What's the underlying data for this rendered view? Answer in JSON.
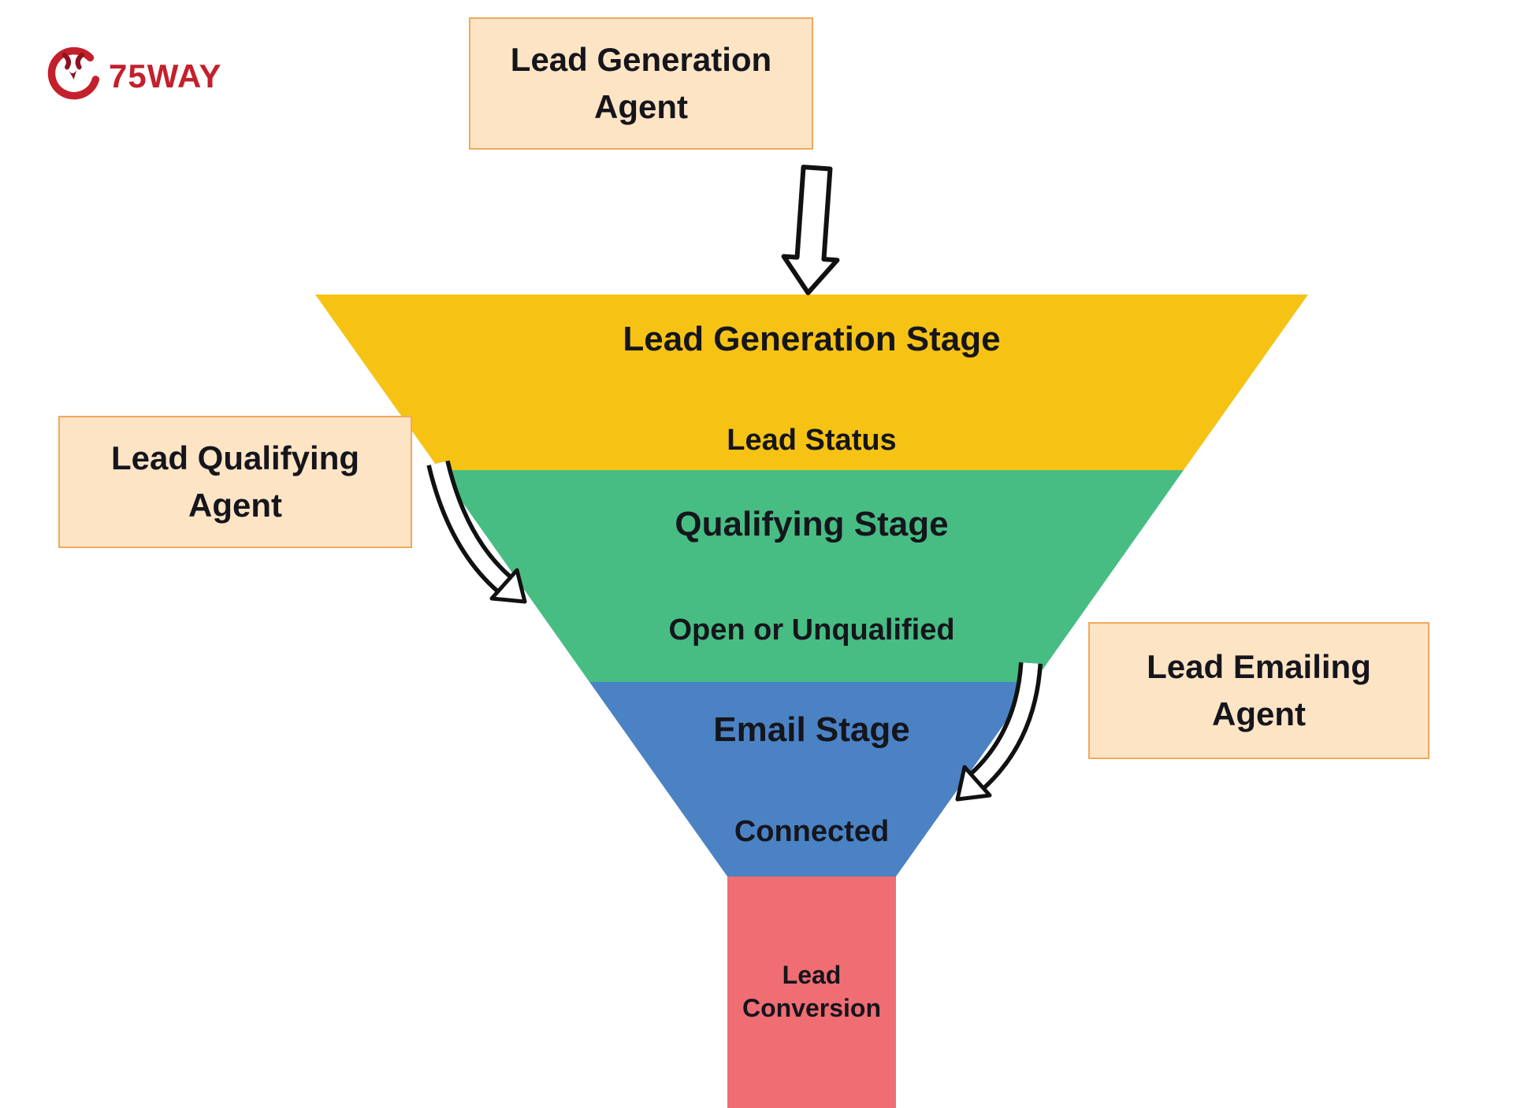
{
  "logo": {
    "brand": "75WAY"
  },
  "agents": {
    "generation": {
      "line1": "Lead Generation",
      "line2": "Agent"
    },
    "qualifying": {
      "line1": "Lead Qualifying",
      "line2": "Agent"
    },
    "emailing": {
      "line1": "Lead Emailing",
      "line2": "Agent"
    }
  },
  "funnel": {
    "stages": [
      {
        "name": "Lead Generation Stage",
        "status": "Lead Status",
        "color": "#F6C315"
      },
      {
        "name": "Qualifying Stage",
        "status": "Open or Unqualified",
        "color": "#47BD83"
      },
      {
        "name": "Email Stage",
        "status": "Connected",
        "color": "#4A82C4"
      },
      {
        "name": "Lead Conversion",
        "status": "",
        "color": "#F06D73"
      }
    ]
  },
  "colors": {
    "label_background": "#FCE4C5",
    "label_border": "#F0A95C",
    "arrow_outline": "#111111",
    "text": "#15151C",
    "logo_red": "#C3202C",
    "background": "#FFFFFF"
  }
}
